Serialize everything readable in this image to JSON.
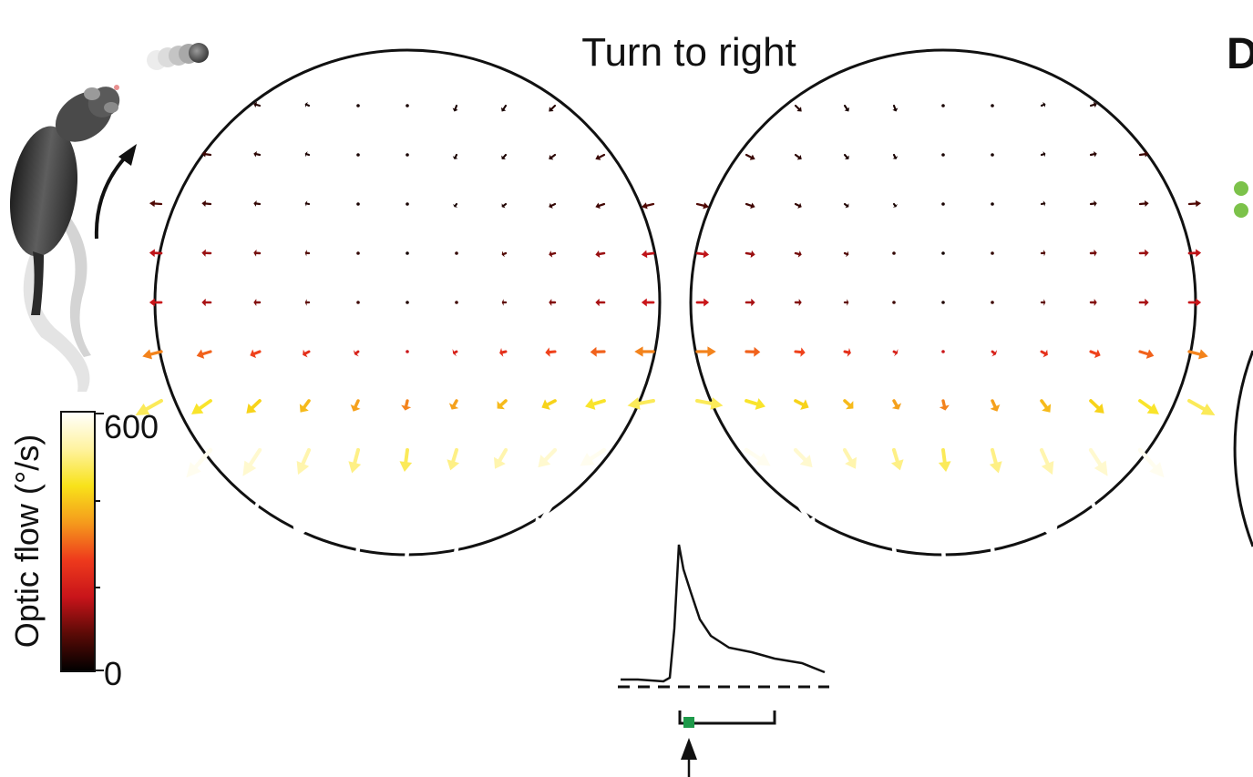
{
  "figure": {
    "title": "Turn to right",
    "panel_letter": "D",
    "colorbar": {
      "label": "Optic flow (°/s)",
      "max_label": "600",
      "min_label": "0",
      "range": [
        0,
        600
      ],
      "stops": [
        "#000000",
        "#5a0a06",
        "#c8141a",
        "#ee3a1c",
        "#f59a1c",
        "#f8e21a",
        "#fff3a0",
        "#ffffff"
      ]
    },
    "colors": {
      "circle": "#111111",
      "trace": "#111111",
      "stimulus_marker": "#1e9a4a",
      "legend_dots": "#7cc24a",
      "mouse_body": "#3a3a3a",
      "ball": "#6e6e6e"
    },
    "icons": {
      "mouse": "mouse-icon",
      "turn_arrow": "curved-arrow-icon",
      "ball": "ball-icon",
      "onset_arrow": "up-arrow-icon"
    },
    "flow_field": {
      "description_units": "deg/s",
      "rotation_axis": "turn-right"
    }
  }
}
